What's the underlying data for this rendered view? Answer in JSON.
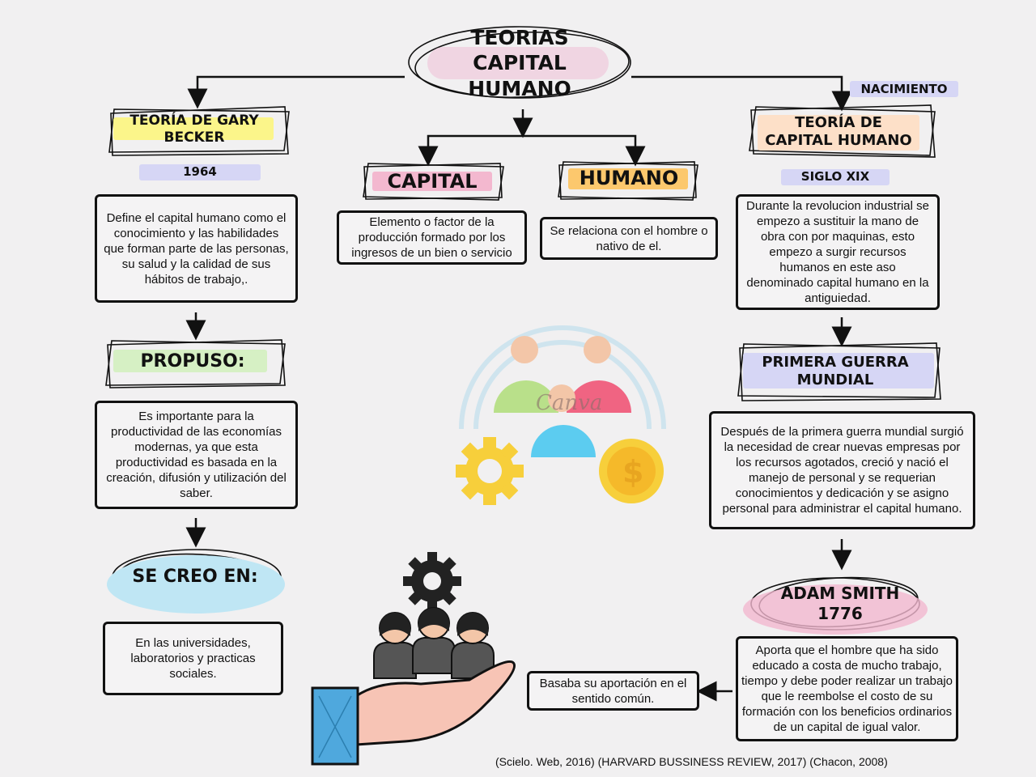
{
  "main_title": "TEORIAS CAPITAL HUMANO",
  "left": {
    "title": "TEORÍA DE GARY BECKER",
    "year": "1964",
    "definition": "Define el capital humano como el conocimiento y las habilidades que forman parte de las personas, su salud y la calidad de sus hábitos de trabajo,.",
    "purpose_title": "PROPUSO:",
    "purpose": "Es importante para la productividad de las economías modernas, ya que esta productividad es basada en la creación, difusión y utilización del saber.",
    "created_title": "SE CREO EN:",
    "created": "En las universidades, laboratorios y practicas sociales."
  },
  "center": {
    "capital_title": "CAPITAL",
    "capital_text": "Elemento o factor de la producción formado por los ingresos de un bien o servicio",
    "humano_title": "HUMANO",
    "humano_text": "Se relaciona con el hombre o nativo de el.",
    "watermark": "Canva"
  },
  "right": {
    "birth_label": "NACIMIENTO",
    "title": "TEORÍA DE CAPITAL HUMANO",
    "century": "SIGLO XIX",
    "revolution": "Durante la revolucion industrial se empezo a sustituir la mano de obra con por maquinas,  esto empezo a surgir recursos humanos en este aso denominado capital humano en la antiguiedad.",
    "war_title": "PRIMERA GUERRA MUNDIAL",
    "war_text": "Después de la primera guerra mundial surgió la necesidad de crear nuevas empresas por los recursos agotados, creció y nació el manejo de personal y se requerian conocimientos y dedicación y se asigno personal para administrar el capital humano.",
    "smith_title": "ADAM  SMITH 1776",
    "smith_text": "Aporta que el hombre que ha sido educado a costa de mucho trabajo, tiempo y debe poder realizar un trabajo que le reembolse el costo de su formación con los beneficios ordinarios de un capital de igual valor.",
    "common_sense": "Basaba su aportación en el sentido común."
  },
  "citation": "(Scielo. Web, 2016) (HARVARD BUSSINESS REVIEW, 2017) (Chacon, 2008)",
  "colors": {
    "yellow": "#fbf58a",
    "pink": "#f3b8cf",
    "orange": "#fcc86d",
    "peach": "#fde0c8",
    "lavender": "#d6d6f5",
    "green": "#d6f0c4",
    "blue": "#bfe6f4"
  }
}
